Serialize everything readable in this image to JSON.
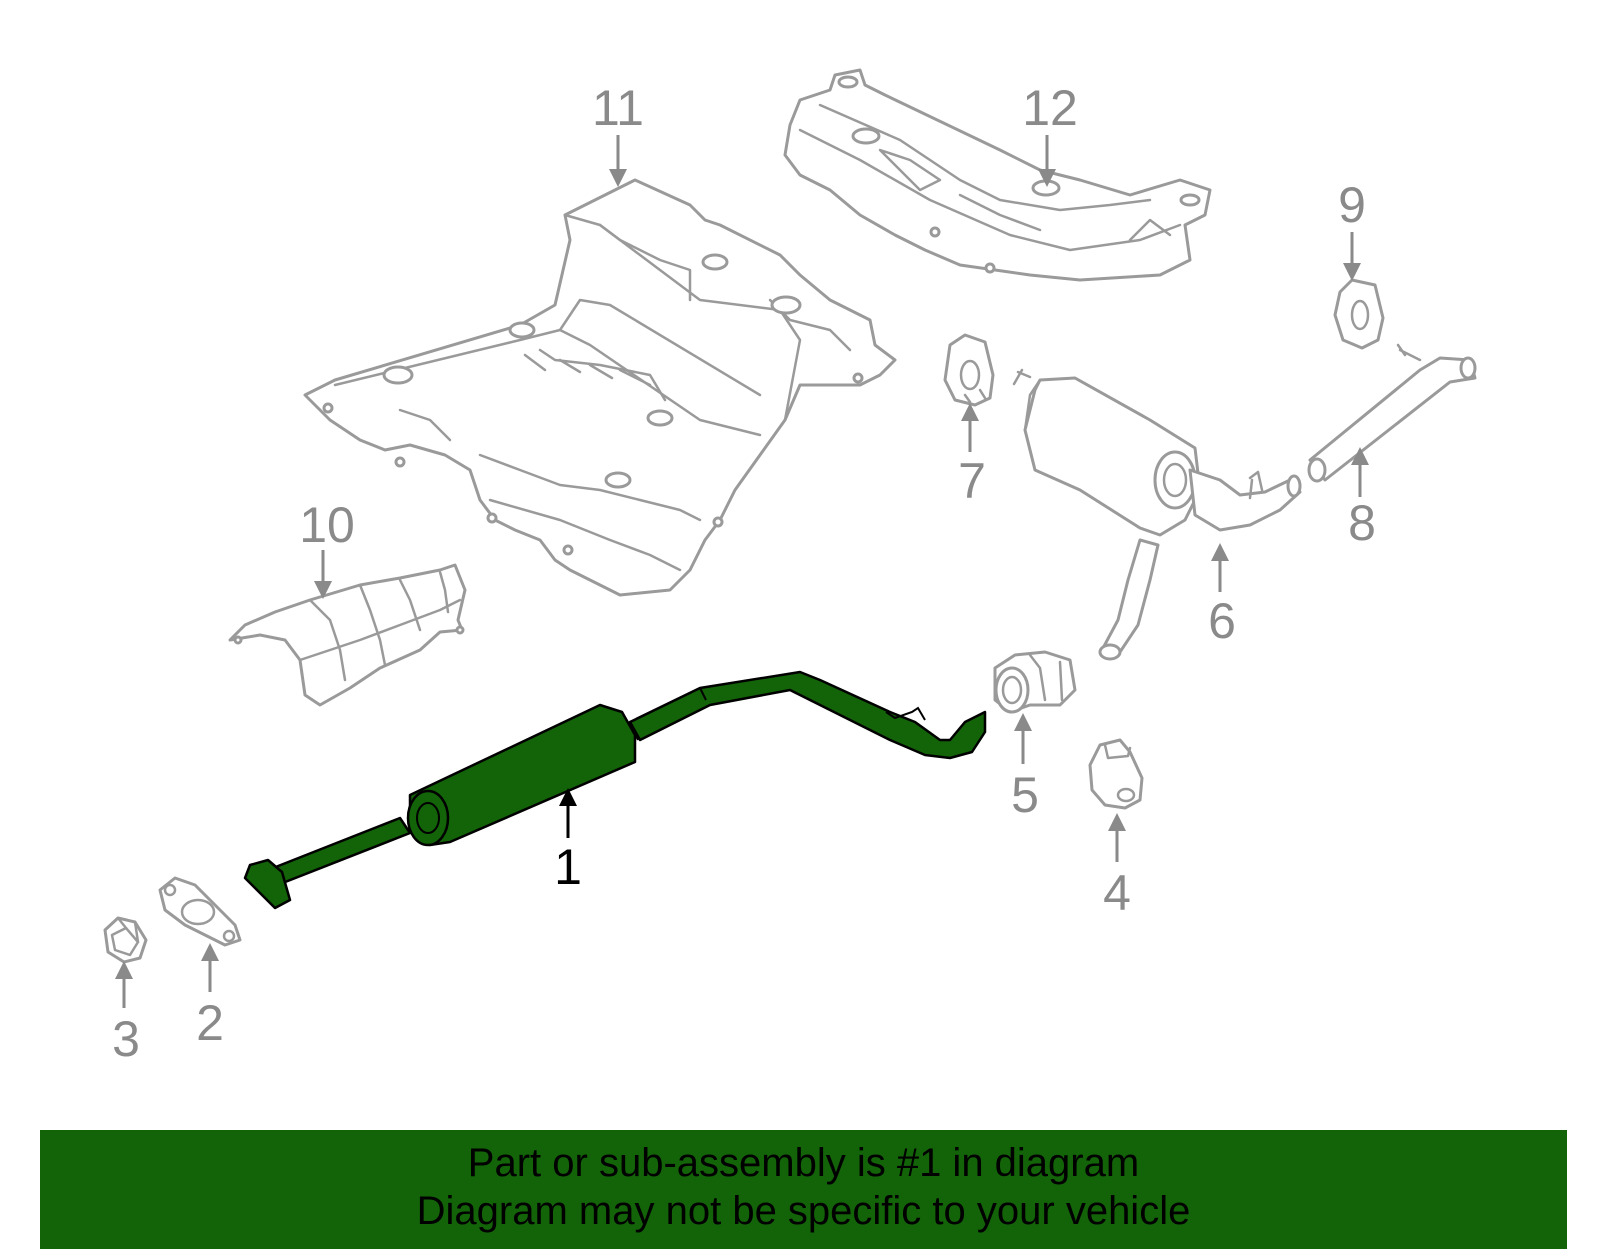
{
  "colors": {
    "highlight_part": "#136308",
    "inactive_part_outline": "#9a9a9a",
    "inactive_callout": "#8a8a8a",
    "active_callout": "#000000",
    "banner_background": "#136308",
    "banner_text": "#000000"
  },
  "highlighted_callout": "1",
  "callouts": {
    "c1": "1",
    "c2": "2",
    "c3": "3",
    "c4": "4",
    "c5": "5",
    "c6": "6",
    "c7": "7",
    "c8": "8",
    "c9": "9",
    "c10": "10",
    "c11": "11",
    "c12": "12"
  },
  "banner": {
    "line1": "Part or sub-assembly is #1 in diagram",
    "line2": "Diagram may not be specific to your vehicle"
  }
}
